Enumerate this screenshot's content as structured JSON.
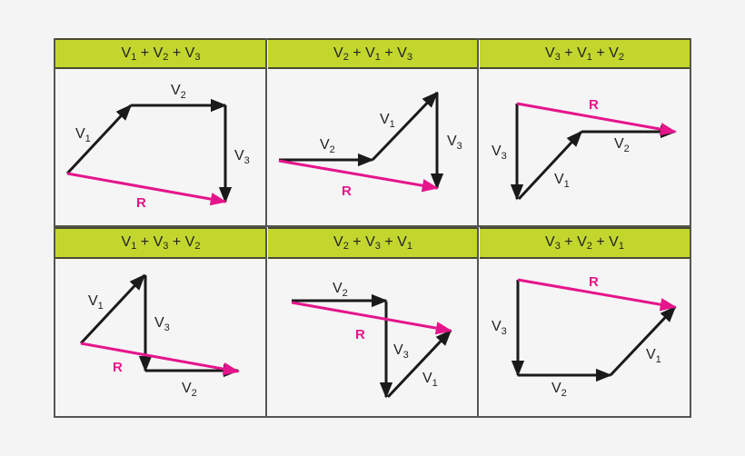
{
  "table": {
    "rows": [
      {
        "cells": [
          {
            "header": "V1 + V2 + V3",
            "terms": [
              {
                "v": "V",
                "s": "1"
              },
              {
                "v": "V",
                "s": "2"
              },
              {
                "v": "V",
                "s": "3"
              }
            ]
          },
          {
            "header": "V2 + V1 + V3",
            "terms": [
              {
                "v": "V",
                "s": "2"
              },
              {
                "v": "V",
                "s": "1"
              },
              {
                "v": "V",
                "s": "3"
              }
            ]
          },
          {
            "header": "V3 + V1 + V2",
            "terms": [
              {
                "v": "V",
                "s": "3"
              },
              {
                "v": "V",
                "s": "1"
              },
              {
                "v": "V",
                "s": "2"
              }
            ]
          }
        ]
      },
      {
        "cells": [
          {
            "header": "V1 + V3 + V2",
            "terms": [
              {
                "v": "V",
                "s": "1"
              },
              {
                "v": "V",
                "s": "3"
              },
              {
                "v": "V",
                "s": "2"
              }
            ]
          },
          {
            "header": "V2 + V3 + V1",
            "terms": [
              {
                "v": "V",
                "s": "2"
              },
              {
                "v": "V",
                "s": "3"
              },
              {
                "v": "V",
                "s": "1"
              }
            ]
          },
          {
            "header": "V3 + V2 + V1",
            "terms": [
              {
                "v": "V",
                "s": "3"
              },
              {
                "v": "V",
                "s": "2"
              },
              {
                "v": "V",
                "s": "1"
              }
            ]
          }
        ]
      }
    ]
  },
  "labels": {
    "v": "V",
    "one": "1",
    "two": "2",
    "three": "3",
    "plus": "+",
    "resultant": "R"
  },
  "colors": {
    "header_bg": "#c3d62e",
    "vector": "#1a1a1a",
    "resultant": "#e5158c",
    "border": "#555555",
    "cell_bg": "#f5f5f5"
  }
}
